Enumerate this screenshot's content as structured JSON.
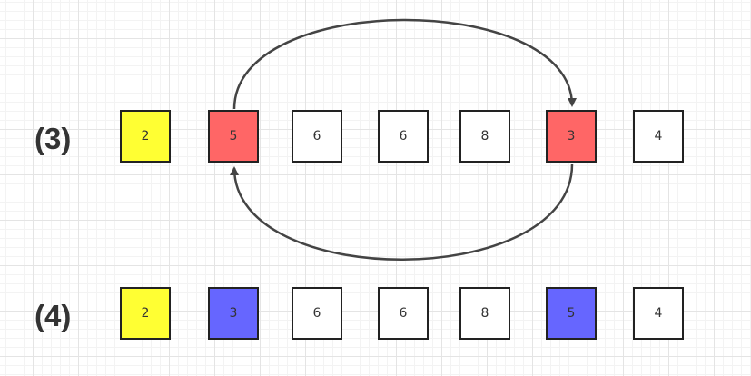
{
  "rows": [
    {
      "label": "(3)",
      "cells": [
        {
          "value": "2",
          "color": "#ffff33"
        },
        {
          "value": "5",
          "color": "#ff6666"
        },
        {
          "value": "6",
          "color": "#ffffff"
        },
        {
          "value": "6",
          "color": "#ffffff"
        },
        {
          "value": "8",
          "color": "#ffffff"
        },
        {
          "value": "3",
          "color": "#ff6666"
        },
        {
          "value": "4",
          "color": "#ffffff"
        }
      ]
    },
    {
      "label": "(4)",
      "cells": [
        {
          "value": "2",
          "color": "#ffff33"
        },
        {
          "value": "3",
          "color": "#6666ff"
        },
        {
          "value": "6",
          "color": "#ffffff"
        },
        {
          "value": "6",
          "color": "#ffffff"
        },
        {
          "value": "8",
          "color": "#ffffff"
        },
        {
          "value": "5",
          "color": "#6666ff"
        },
        {
          "value": "4",
          "color": "#ffffff"
        }
      ]
    }
  ],
  "arrow_color": "#444444"
}
